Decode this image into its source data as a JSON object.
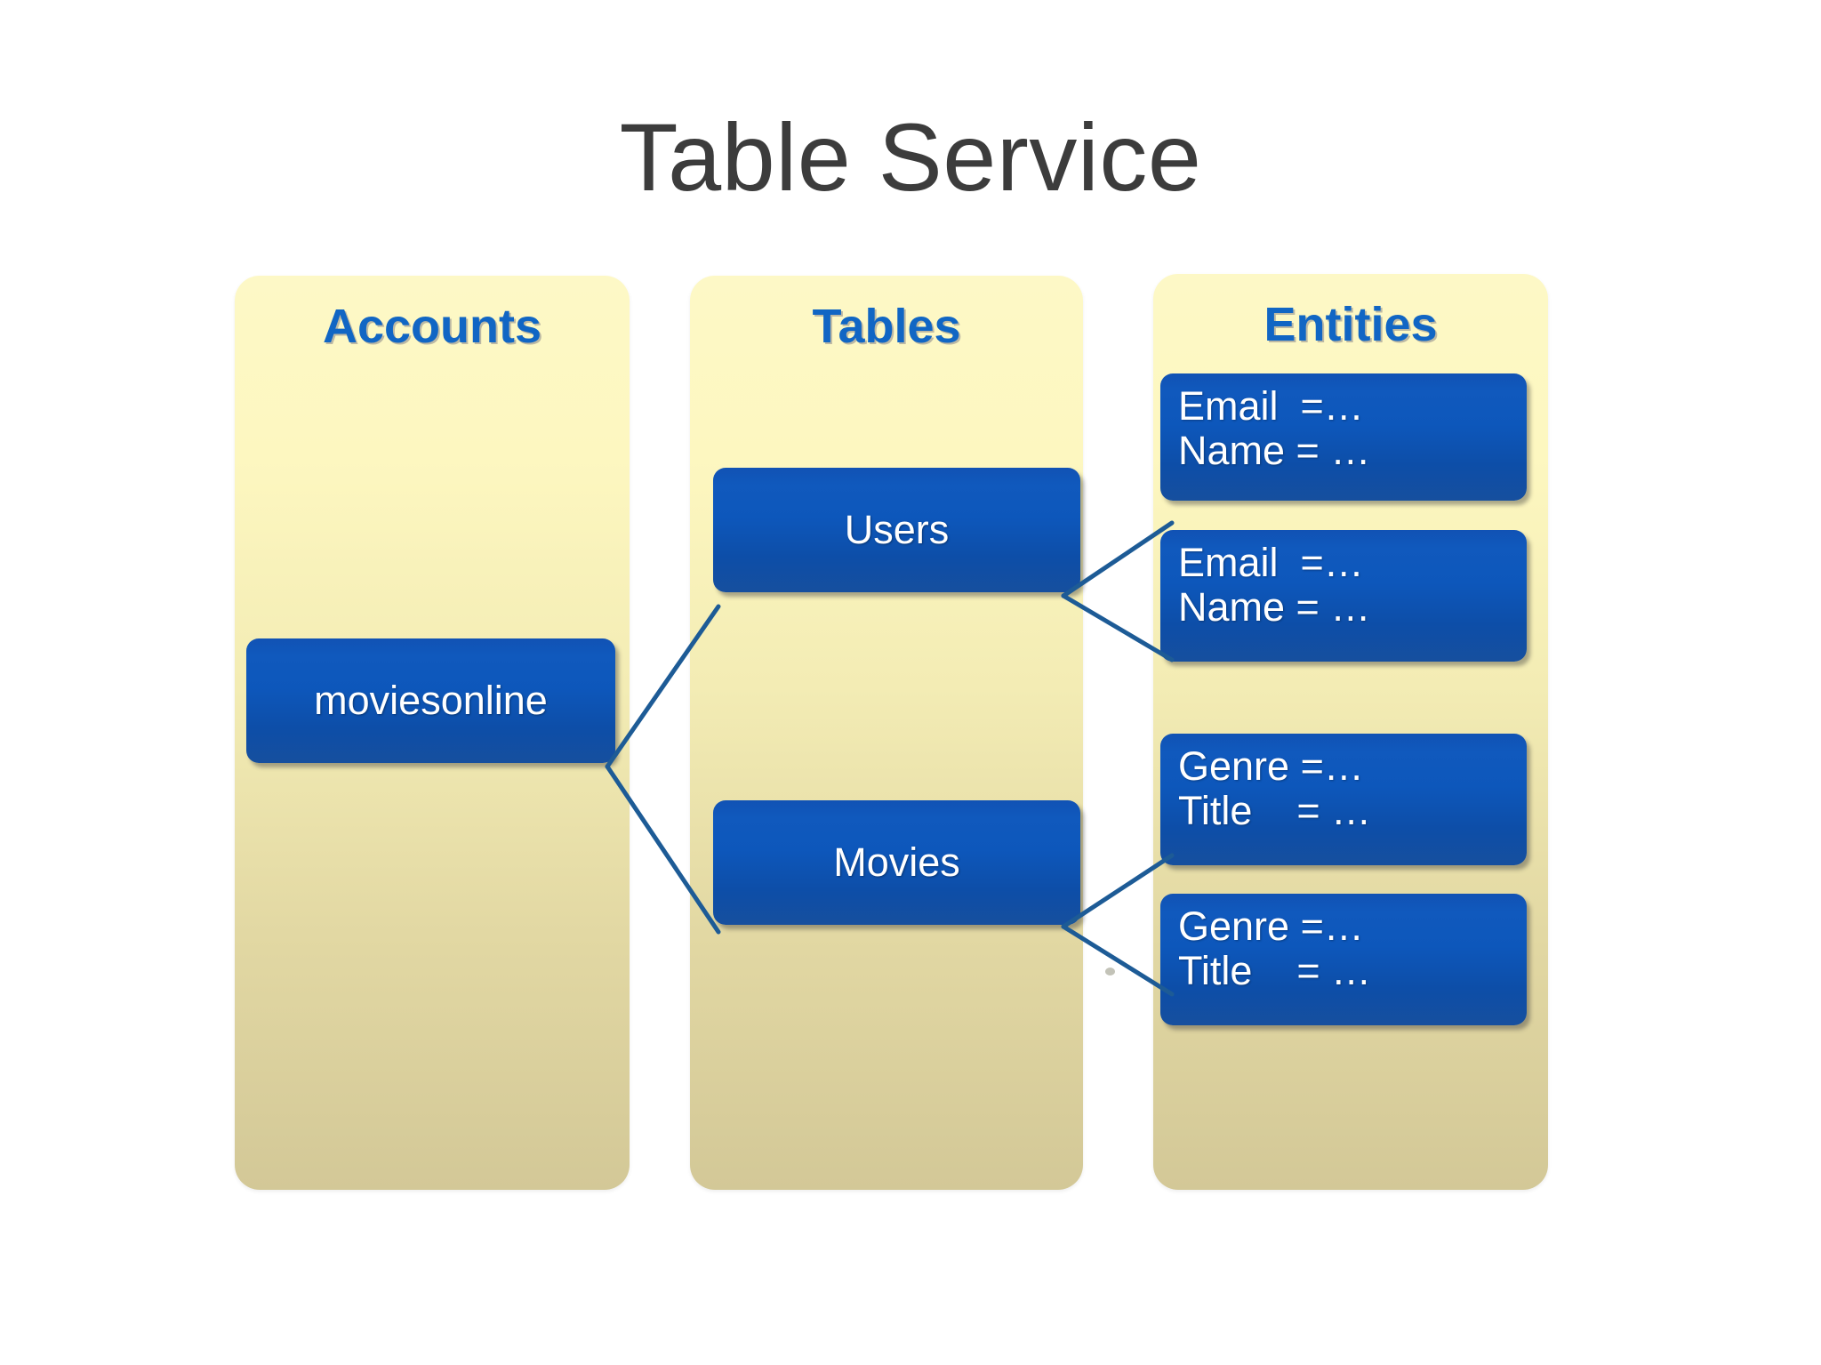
{
  "title": "Table Service",
  "columns": [
    {
      "id": "accounts",
      "heading": "Accounts"
    },
    {
      "id": "tables",
      "heading": "Tables"
    },
    {
      "id": "entities",
      "heading": "Entities"
    }
  ],
  "accounts": {
    "items": [
      {
        "label": "moviesonline"
      }
    ]
  },
  "tables": {
    "items": [
      {
        "label": "Users"
      },
      {
        "label": "Movies"
      }
    ]
  },
  "entities": {
    "items": [
      {
        "line1": "Email  =…",
        "line2": "Name = …"
      },
      {
        "line1": "Email  =…",
        "line2": "Name = …"
      },
      {
        "line1": "Genre =…",
        "line2": "Title    = …"
      },
      {
        "line1": "Genre =…",
        "line2": "Title    = …"
      }
    ]
  },
  "colors": {
    "title_text": "#3c3c3c",
    "heading_blue": "#1166c4",
    "box_blue": "#0d57bb",
    "panel_top": "#fdf8c6",
    "panel_bottom": "#d3c897",
    "connector": "#1d5b96",
    "background": "#ffffff"
  }
}
